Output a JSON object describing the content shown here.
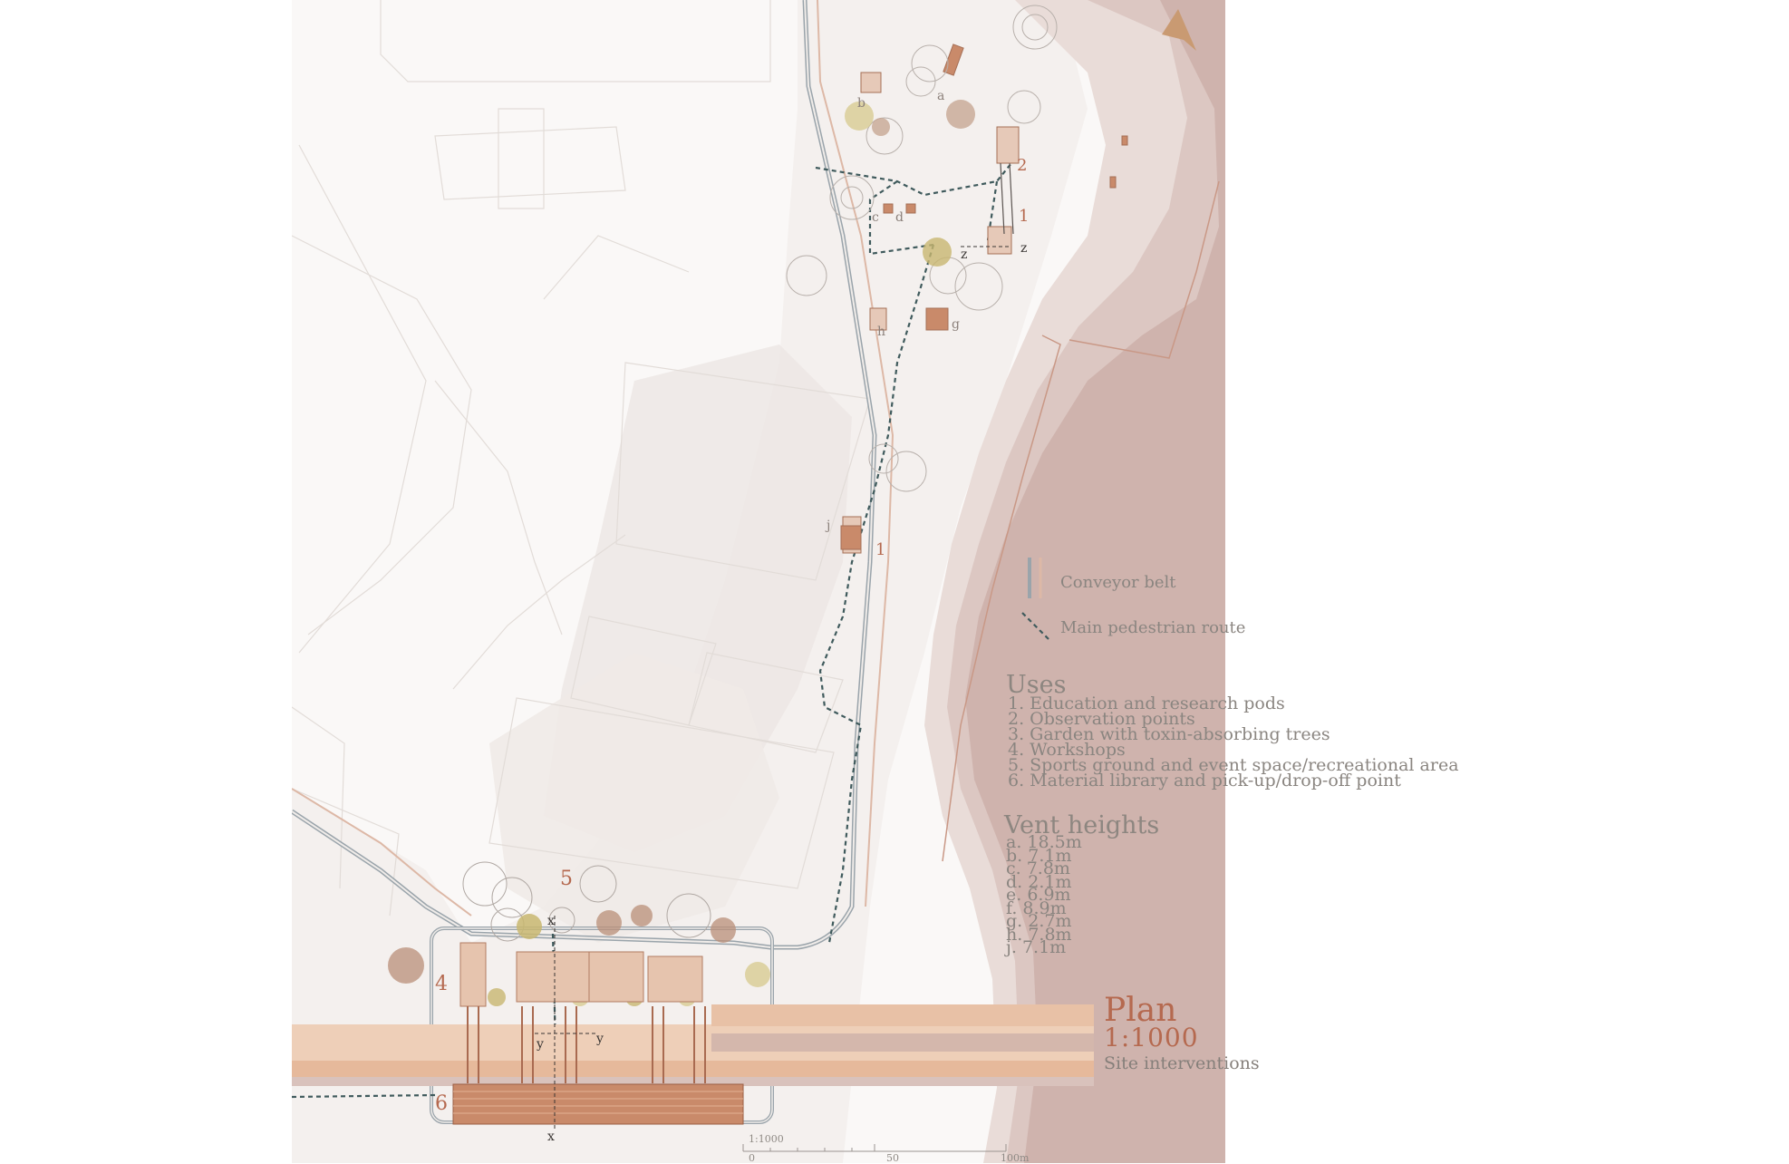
{
  "north_arrow": "north-arrow-icon",
  "colors": {
    "site_bg": "#f6f3f1",
    "land_light": "#f3eeeb",
    "river_dark": "#c9aca6",
    "river_mid": "#dcc6c0",
    "river_light": "#e9dad5",
    "conveyor": "#9aa4ab",
    "pedestrian_route": "#3f5a5c",
    "terracotta": "#c98a6a",
    "accent_text": "#b5694f",
    "tree_yellow": "#c8b770",
    "tree_brown": "#a9806b"
  },
  "map_labels": {
    "point_1_top": "1",
    "point_2": "2",
    "point_1_mid": "1",
    "point_4": "4",
    "point_5": "5",
    "point_6": "6",
    "vent_a": "a",
    "vent_b": "b",
    "vent_c": "c",
    "vent_d": "d",
    "vent_g": "g",
    "vent_h": "h",
    "vent_j": "j",
    "section_z1": "z",
    "section_z2": "z",
    "section_x1": "x",
    "section_x2": "x",
    "section_y1": "y",
    "section_y2": "y"
  },
  "legend": {
    "conveyor_belt": "Conveyor belt",
    "pedestrian_route": "Main pedestrian route"
  },
  "uses": {
    "title": "Uses",
    "items": [
      "1. Education and research pods",
      "2. Observation points",
      "3. Garden with toxin-absorbing trees",
      "4. Workshops",
      "5. Sports ground and event space/recreational area",
      "6. Material library and pick-up/drop-off point"
    ]
  },
  "vent_heights": {
    "title": "Vent heights",
    "items": [
      "a. 18.5m",
      "b. 7.1m",
      "c. 7.8m",
      "d. 2.1m",
      "e. 6.9m",
      "f. 8.9m",
      "g. 2.7m",
      "h. 7.8m",
      "j. 7.1m"
    ]
  },
  "plan": {
    "title": "Plan",
    "scale": "1:1000",
    "subtitle": "Site interventions"
  },
  "scale_bar": {
    "label": "1:1000",
    "tick_0": "0",
    "tick_50": "50",
    "tick_100": "100m"
  }
}
